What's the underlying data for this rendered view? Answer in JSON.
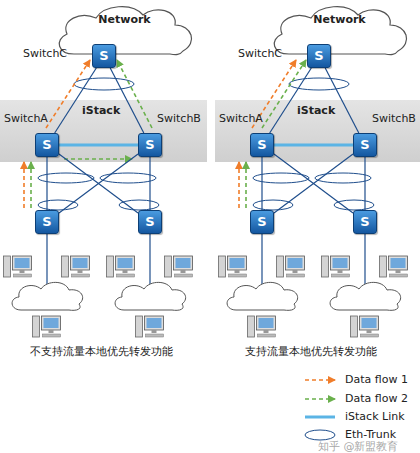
{
  "diagram": {
    "nodes": [
      {
        "text": [
          "Network"
        ]
      },
      {
        "text": [
          "SwitchC",
          "S"
        ]
      },
      {
        "text": [
          "iStack"
        ]
      },
      {
        "text": [
          "SwitchA",
          "S"
        ],
        "in": 2
      },
      {
        "text": [
          "SwitchB",
          "S"
        ],
        "in": 2
      },
      {
        "text": [
          "S"
        ]
      },
      {
        "text": [
          "S"
        ]
      },
      {
        "text": [
          "Network"
        ]
      },
      {
        "text": [
          "SwitchC",
          "S"
        ]
      },
      {
        "text": [
          "iStack"
        ]
      },
      {
        "text": [
          "SwitchA",
          "S"
        ],
        "in": 9
      },
      {
        "text": [
          "SwitchB",
          "S"
        ],
        "in": 9
      },
      {
        "text": [
          "S"
        ]
      },
      {
        "text": [
          "S"
        ]
      }
    ],
    "edges": [
      {
        "from": 1,
        "to": 3,
        "arrow": "none"
      },
      {
        "from": 1,
        "to": 4,
        "arrow": "none"
      },
      {
        "from": 3,
        "to": 4,
        "arrow": "none"
      },
      {
        "from": 3,
        "to": 5,
        "arrow": "none"
      },
      {
        "from": 3,
        "to": 6,
        "arrow": "none"
      },
      {
        "from": 4,
        "to": 5,
        "arrow": "none"
      },
      {
        "from": 4,
        "to": 6,
        "arrow": "none"
      },
      {
        "from": 8,
        "to": 10,
        "arrow": "none"
      },
      {
        "from": 8,
        "to": 11,
        "arrow": "none"
      },
      {
        "from": 10,
        "to": 11,
        "arrow": "none"
      },
      {
        "from": 10,
        "to": 12,
        "arrow": "none"
      },
      {
        "from": 10,
        "to": 13,
        "arrow": "none"
      },
      {
        "from": 11,
        "to": 12,
        "arrow": "none"
      },
      {
        "from": 11,
        "to": 13,
        "arrow": "none"
      }
    ],
    "labels": [
      "不支持流量本地优先转发功能",
      "支持流量本地优先转发功能",
      "知乎 @新盟教育"
    ],
    "legend": [
      {
        "text": "Data flow 1"
      },
      {
        "text": "Data flow 2"
      },
      {
        "text": "iStack Link"
      },
      {
        "text": "Eth-Trunk"
      }
    ]
  }
}
